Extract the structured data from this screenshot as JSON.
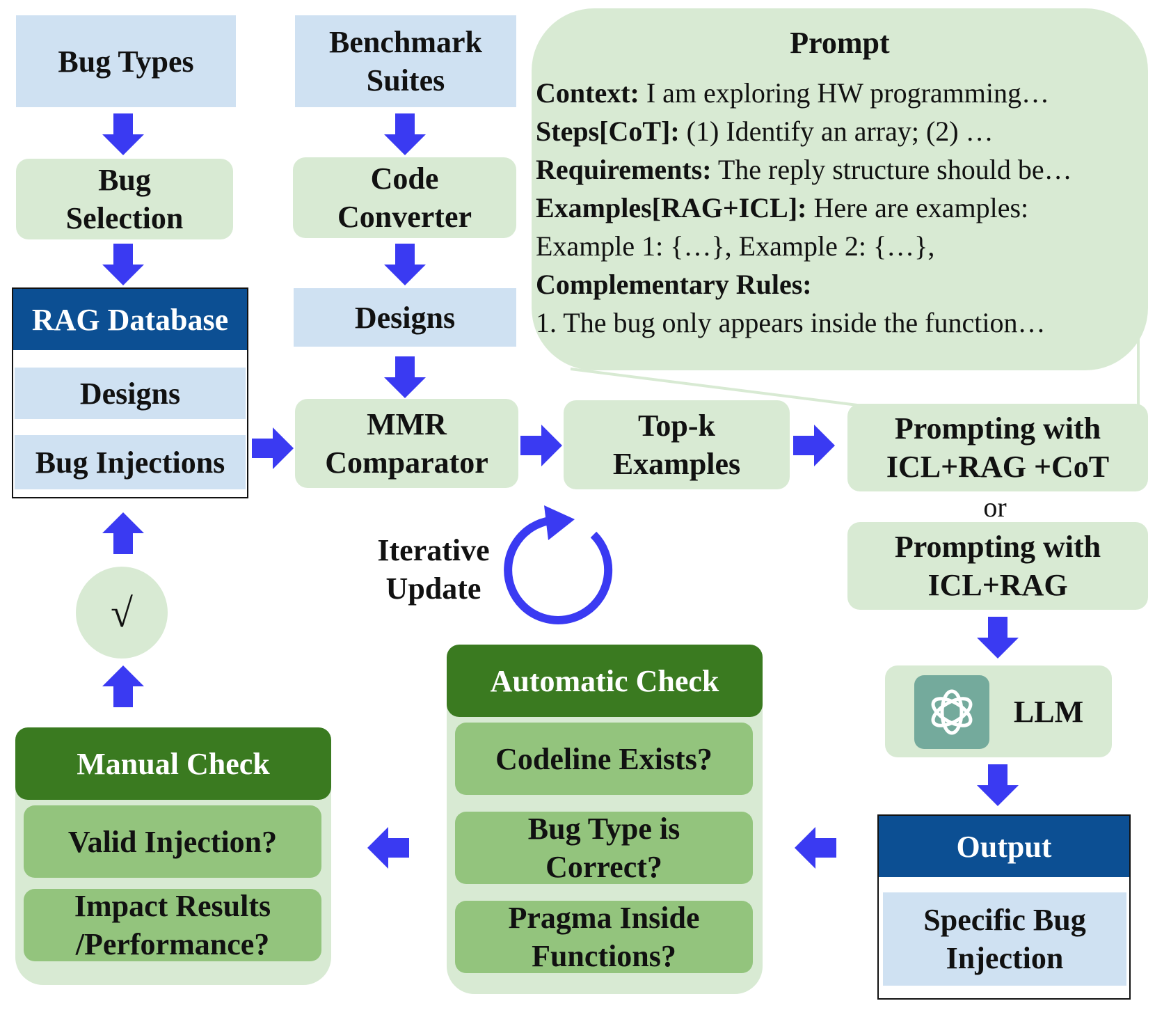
{
  "top_row": {
    "bug_types": "Bug Types",
    "benchmark_suites": [
      "Benchmark",
      "Suites"
    ],
    "bug_selection": [
      "Bug",
      "Selection"
    ],
    "code_converter": [
      "Code",
      "Converter"
    ],
    "designs": "Designs"
  },
  "rag_database": {
    "title": "RAG Database",
    "items": [
      "Designs",
      "Bug Injections"
    ]
  },
  "prompt": {
    "title": "Prompt",
    "lines": [
      {
        "label": "Context:",
        "text": " I am exploring HW programming…"
      },
      {
        "label": "Steps[CoT]:",
        "text": " (1) Identify an array; (2) …"
      },
      {
        "label": "Requirements:",
        "text": " The reply structure should be…"
      },
      {
        "label": "Examples[RAG+ICL]:",
        "text": " Here are examples:"
      },
      {
        "label": "",
        "text": "Example 1: {…}, Example 2: {…},"
      },
      {
        "label": "Complementary Rules:",
        "text": ""
      },
      {
        "label": "",
        "text": "1. The bug only appears inside the function…"
      }
    ]
  },
  "middle_row": {
    "mmr": [
      "MMR",
      "Comparator"
    ],
    "topk": [
      "Top-k",
      "Examples"
    ],
    "prompting1": [
      "Prompting with",
      "ICL+RAG +CoT"
    ],
    "or": "or",
    "prompting2": [
      "Prompting with",
      "ICL+RAG"
    ]
  },
  "iterative": [
    "Iterative",
    "Update"
  ],
  "check_mark": "√",
  "llm": {
    "label": "LLM",
    "icon": "openai-logo-icon"
  },
  "output": {
    "title": "Output",
    "item": [
      "Specific Bug",
      "Injection"
    ]
  },
  "automatic_check": {
    "title": "Automatic Check",
    "items": [
      [
        "Codeline Exists?"
      ],
      [
        "Bug Type is",
        "Correct?"
      ],
      [
        "Pragma Inside",
        "Functions?"
      ]
    ]
  },
  "manual_check": {
    "title": "Manual Check",
    "items": [
      [
        "Valid Injection?"
      ],
      [
        "Impact Results",
        "/Performance?"
      ]
    ]
  },
  "colors": {
    "arrow": "#3a3af2",
    "light_blue": "#cfe1f2",
    "light_green": "#d8ead3",
    "dark_green": "#3a7a20",
    "mid_green": "#93c47d",
    "dark_blue": "#0c4f93"
  }
}
